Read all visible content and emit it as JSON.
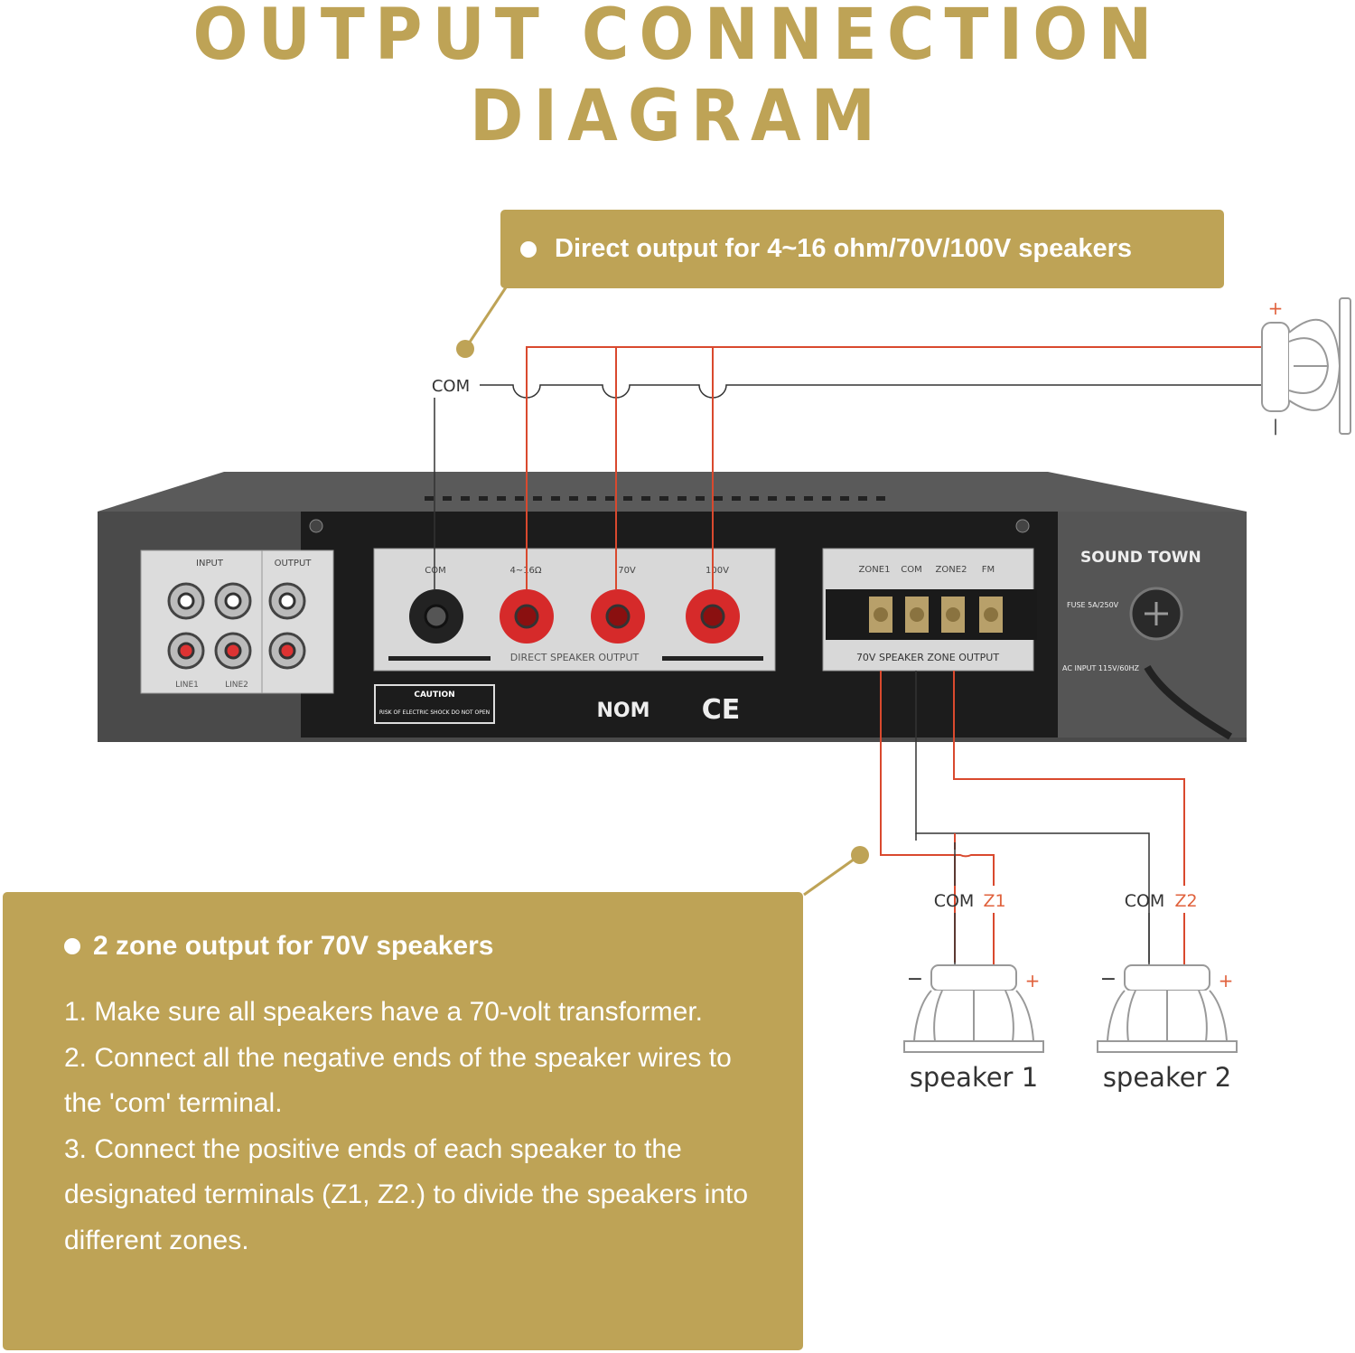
{
  "title": "OUTPUT CONNECTION DIAGRAM",
  "top_callout": {
    "text": "Direct output for 4~16 ohm/70V/100V speakers"
  },
  "bottom_callout": {
    "heading": "2 zone output for 70V speakers",
    "steps": [
      "1. Make sure all speakers have a 70-volt transformer.",
      "2. Connect all the negative ends of the speaker wires to the 'com' terminal.",
      "3. Connect the positive ends of each speaker to the designated terminals (Z1, Z2.) to divide the speakers into different zones."
    ]
  },
  "wire_labels": {
    "com_top": "COM",
    "plus": "+",
    "minus": "−",
    "speaker1_com": "COM",
    "speaker1_zone": "Z1",
    "speaker2_com": "COM",
    "speaker2_zone": "Z2"
  },
  "speakers": [
    "speaker 1",
    "speaker 2"
  ],
  "amplifier": {
    "brand": "SOUND TOWN",
    "input_label": "INPUT",
    "output_label": "OUTPUT",
    "line1": "LINE1",
    "line2": "LINE2",
    "direct_terminals": [
      "COM",
      "4~16Ω",
      "70V",
      "100V"
    ],
    "direct_panel_label": "DIRECT SPEAKER OUTPUT",
    "zone_terminals": [
      "ZONE1",
      "COM",
      "ZONE2",
      "FM"
    ],
    "zone_panel_label": "70V SPEAKER ZONE OUTPUT",
    "caution": "CAUTION",
    "caution_sub": "RISK OF ELECTRIC SHOCK DO NOT OPEN",
    "fuse_label": "FUSE 5A/250V",
    "ac_label": "AC INPUT 115V/60HZ",
    "certifications": [
      "NOM",
      "CE"
    ]
  },
  "colors": {
    "gold": "#bea356",
    "wire_red": "#d9492e",
    "wire_black": "#333333",
    "chassis": "#4a4a4a",
    "panel": "#1c1c1c"
  }
}
